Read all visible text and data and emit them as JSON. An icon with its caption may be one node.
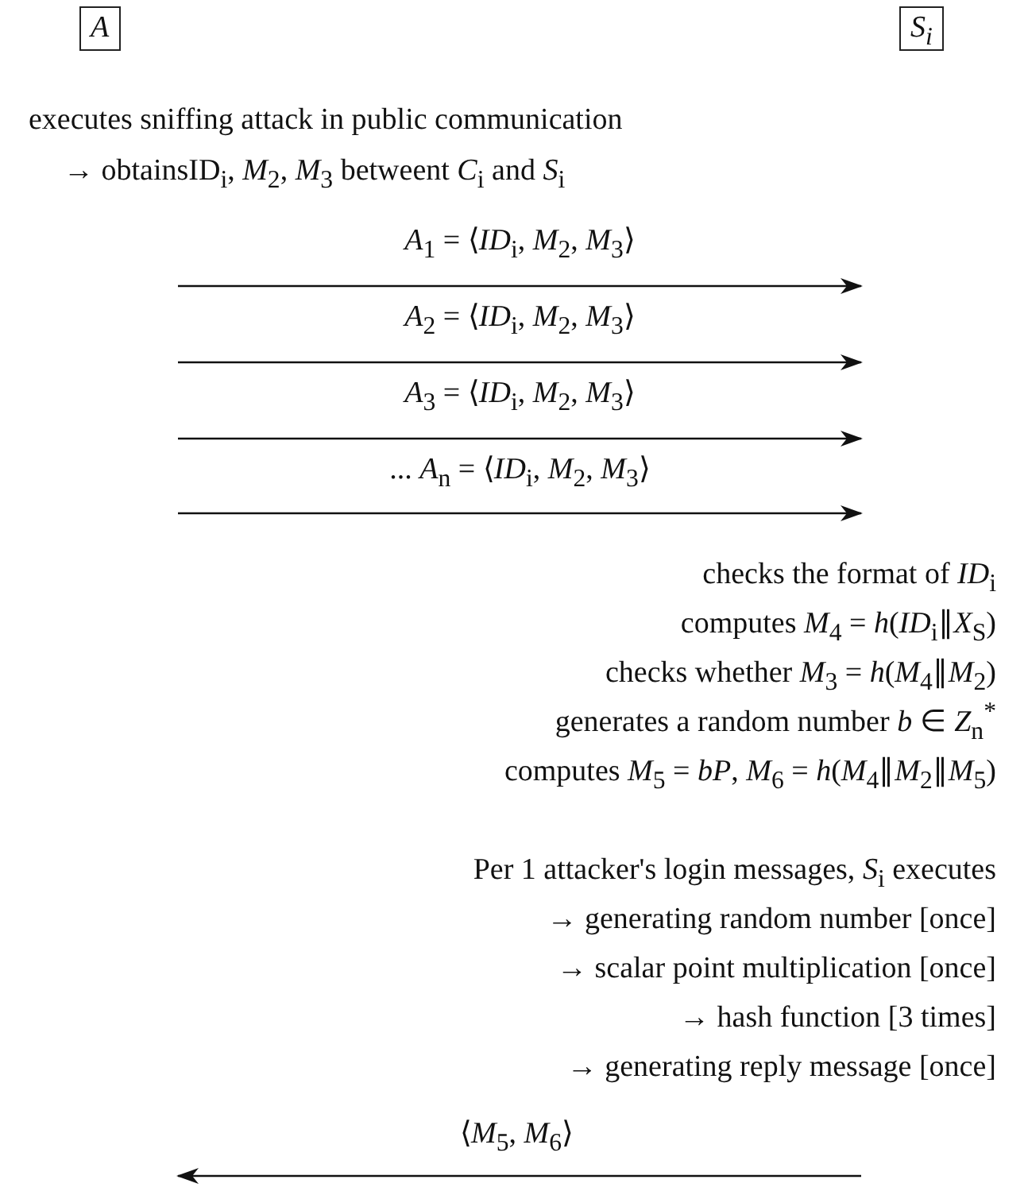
{
  "diagram": {
    "nodes": [
      {
        "text": [
          "A"
        ]
      },
      {
        "text": [
          "*S*$_{i}$"
        ]
      }
    ],
    "labels": [
      "executes sniffing attack in public communication",
      "→ obtainsID$_{i}$, *M*$_{2}$, *M*$_{3}$ betweent *C*$_{i}$ and *S*$_{i}$",
      "*A*$_{1}$ = ⟨*ID*$_{i}$, *M*$_{2}$, *M*$_{3}$⟩",
      "*A*$_{2}$ = ⟨*ID*$_{i}$, *M*$_{2}$, *M*$_{3}$⟩",
      "*A*$_{3}$ = ⟨*ID*$_{i}$, *M*$_{2}$, *M*$_{3}$⟩",
      "... *A*$_{n}$ = ⟨*ID*$_{i}$, *M*$_{2}$, *M*$_{3}$⟩",
      "checks the format of *ID*$_{i}$",
      "computes *M*$_{4}$ = *h*(*ID*$_{i}$∥*X*$_{S}$)",
      "checks whether *M*$_{3}$ = *h*(*M*$_{4}$∥*M*$_{2}$)",
      "generates a random number *b* ∈ *Z*$_{n}$$^{*}$",
      "computes *M*$_{5}$ = *bP*, *M*$_{6}$ = *h*(*M*$_{4}$∥*M*$_{2}$∥*M*$_{5}$)",
      "Per 1 attacker's login messages, *S*$_{i}$ executes",
      "→ generating random number [once]",
      "→ scalar point multiplication [once]",
      "→ hash function [3 times]",
      "→ generating reply message [once]",
      "⟨*M*$_{5}$, *M*$_{6}$⟩"
    ]
  }
}
